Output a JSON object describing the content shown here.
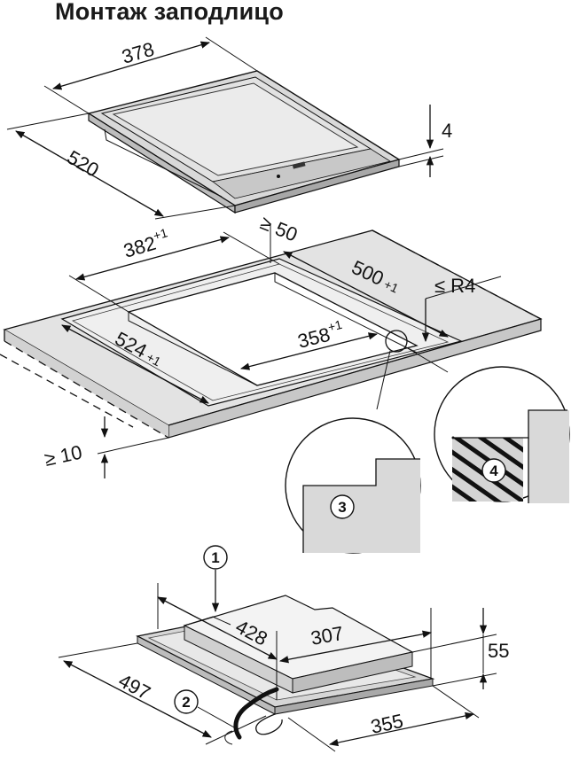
{
  "title": "Монтаж заподлицо",
  "dims": {
    "w378": "378",
    "d520": "520",
    "h4": "4",
    "ge50": "≥ 50",
    "c382": "382",
    "c382_tol": "+1",
    "c500": "500",
    "c500_tol": "+1",
    "r4": "≤ R4",
    "c524": "524",
    "c524_tol": "+1",
    "c358": "358",
    "c358_tol": "+1",
    "ge10": "≥ 10",
    "b428": "428",
    "b307": "307",
    "b55": "55",
    "b497": "497",
    "b355": "355"
  },
  "callouts": {
    "c1": "1",
    "c2": "2",
    "c3": "3",
    "c4": "4"
  }
}
